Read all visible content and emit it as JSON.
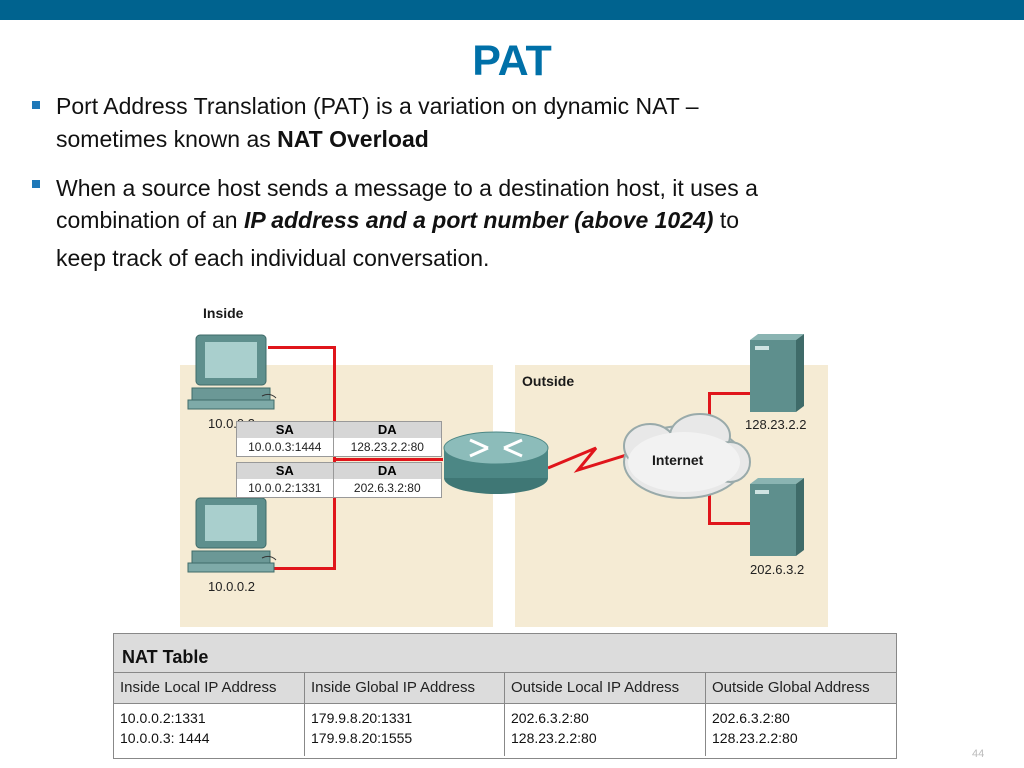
{
  "slide": {
    "title": "PAT",
    "page_number": "44"
  },
  "bullets": [
    {
      "line1": "Port Address Translation (PAT) is a variation on dynamic NAT –",
      "line2_pre": "sometimes known as ",
      "line2_bold": "NAT Overload"
    },
    {
      "line1": "When a source host sends a message to a destination host, it uses a",
      "line2_pre": "combination of an ",
      "line2_bold_italic": "IP address and a port number (above 1024)",
      "line2_post": " to",
      "line3": "keep track of each individual conversation."
    }
  ],
  "diagram": {
    "inside_label": "Inside",
    "outside_label": "Outside",
    "internet_label": "Internet",
    "host_top": "10.0.0.3",
    "host_bottom": "10.0.0.2",
    "server_top": "128.23.2.2",
    "server_bottom": "202.6.3.2",
    "packet1": {
      "sa_label": "SA",
      "da_label": "DA",
      "sa": "10.0.0.3:1444",
      "da": "128.23.2.2:80"
    },
    "packet2": {
      "sa_label": "SA",
      "da_label": "DA",
      "sa": "10.0.0.2:1331",
      "da": "202.6.3.2:80"
    }
  },
  "nat_table": {
    "title": "NAT Table",
    "headers": [
      "Inside Local IP Address",
      "Inside Global IP Address",
      "Outside Local IP Address",
      "Outside Global Address"
    ],
    "rows": [
      [
        "10.0.0.2:1331",
        "179.9.8.20:1331",
        "202.6.3.2:80",
        "202.6.3.2:80"
      ],
      [
        "10.0.0.3: 1444",
        "179.9.8.20:1555",
        "128.23.2.2:80",
        "128.23.2.2:80"
      ]
    ]
  },
  "colors": {
    "topbar": "#00638f",
    "title": "#0070a8",
    "bullet_marker": "#1e78b8",
    "wire": "#e0151b",
    "panel": "#f5ebd4"
  }
}
